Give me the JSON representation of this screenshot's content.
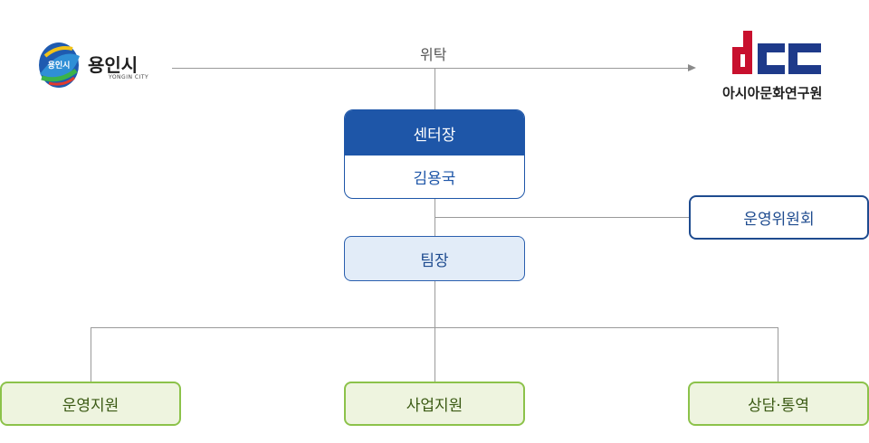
{
  "logos": {
    "yongin": {
      "emblem_text": "용인시",
      "name": "용인시",
      "subtitle": "YONGIN CITY"
    },
    "acc": {
      "mark": "acc",
      "name": "아시아문화연구원"
    }
  },
  "edge_label": "위탁",
  "director": {
    "title": "센터장",
    "name": "김용국"
  },
  "committee": "운영위원회",
  "team_leader": "팀장",
  "departments": [
    "운영지원",
    "사업지원",
    "상담·통역"
  ],
  "colors": {
    "blue": "#1e56a8",
    "green": "#8cc24a",
    "red": "#c8102e"
  }
}
